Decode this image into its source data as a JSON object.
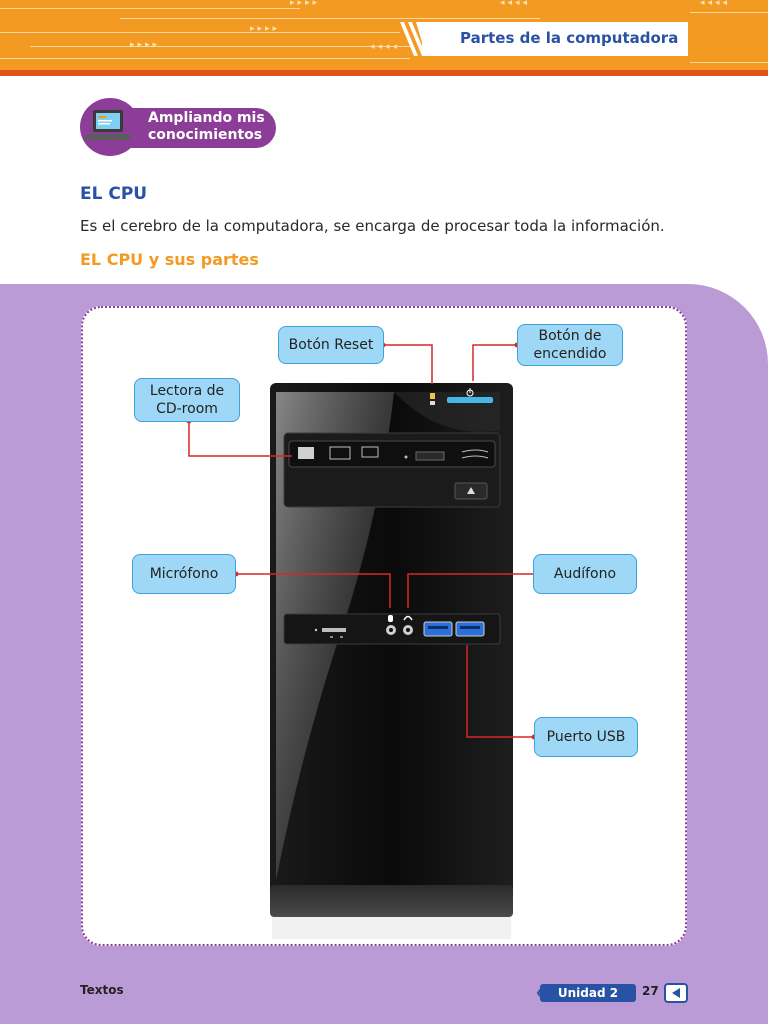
{
  "header": {
    "section_title": "Partes de la computadora"
  },
  "badge": {
    "line1": "Ampliando mis",
    "line2": "conocimientos"
  },
  "content": {
    "heading_cpu": "EL CPU",
    "description": "Es el cerebro de la computadora, se encarga de procesar toda la información.",
    "heading_parts": "EL CPU y sus partes"
  },
  "labels": {
    "reset": "Botón Reset",
    "power_line1": "Botón de",
    "power_line2": "encendido",
    "cd_line1": "Lectora de",
    "cd_line2": "CD-room",
    "microphone": "Micrófono",
    "headphone": "Audífono",
    "usb": "Puerto USB"
  },
  "footer": {
    "left": "Textos",
    "unit": "Unidad 2",
    "page": "27"
  },
  "colors": {
    "orange": "#f39a22",
    "blue": "#2a52a4",
    "purple": "#8c3d97",
    "lilac": "#bb9bd5",
    "label_fill": "#9fd8f6",
    "connector": "#d7262a"
  }
}
